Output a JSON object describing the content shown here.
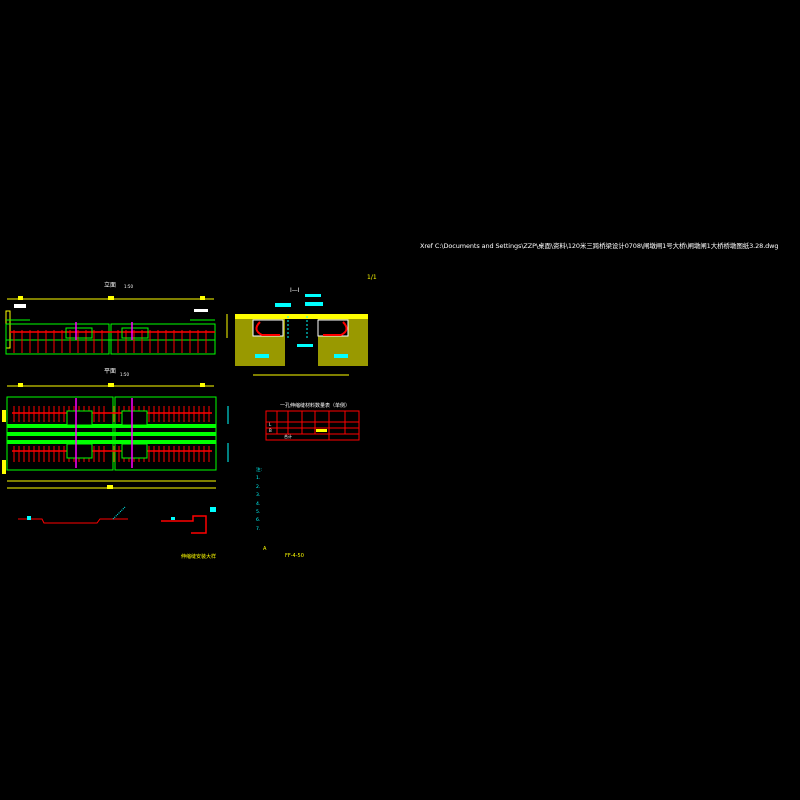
{
  "xref_path": "Xref C:\\Documents and Settings\\ZZP\\桌面\\资料\\120米三跨桥梁设计0708\\闸墩闸1号大桥\\闸墩闸1大桥桥墩图纸3.28.dwg",
  "sheet_number": "1/1",
  "views": {
    "elevation_title": "立面",
    "elevation_scale": "1:50",
    "plan_title": "平面",
    "plan_scale": "1:50",
    "section_title": "I—I"
  },
  "table": {
    "title": "一孔伸缩缝材料数量表（单侧）",
    "rows": [
      "L",
      "B"
    ],
    "total_label": "合计"
  },
  "notes": {
    "heading": "注:",
    "items": [
      "1.",
      "2.",
      "3.",
      "4.",
      "5.",
      "6.",
      "7."
    ]
  },
  "detail_title": "伸缩缝安装大样",
  "footer_left": "A",
  "footer_right": "FF-4-50",
  "colors": {
    "background": "#000000",
    "green": "#00ff00",
    "red": "#ff0000",
    "yellow": "#ffff00",
    "cyan": "#00ffff",
    "magenta": "#ff00ff",
    "white": "#ffffff"
  }
}
